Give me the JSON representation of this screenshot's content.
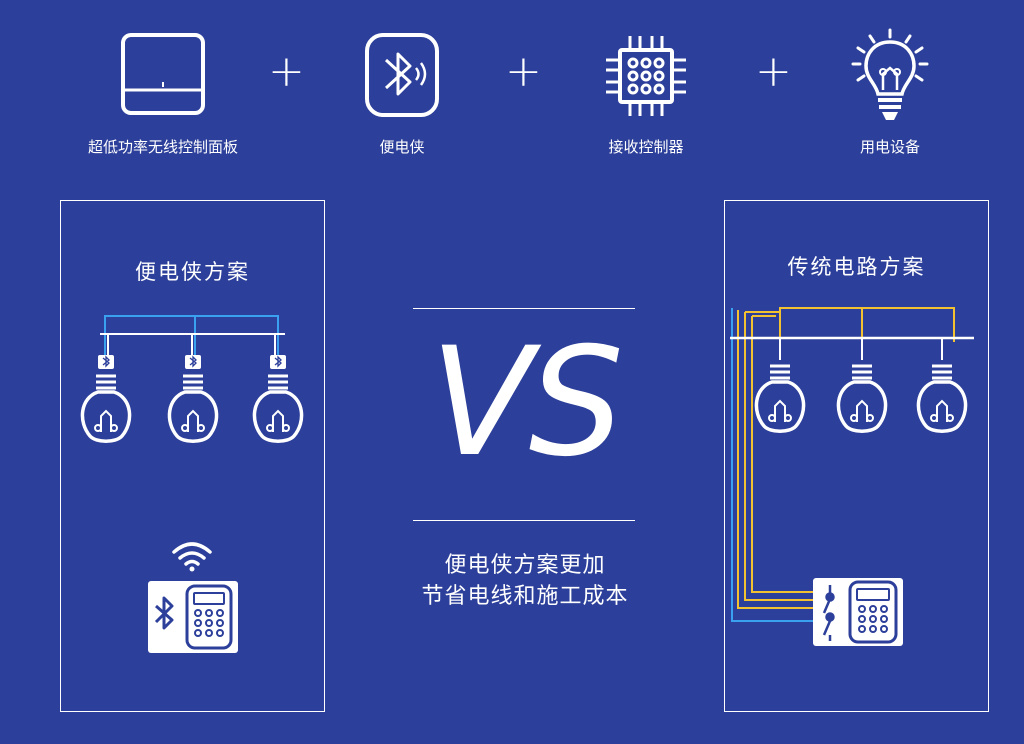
{
  "top_row": {
    "items": [
      {
        "label": "超低功率无线控制面板",
        "icon": "wall-panel-icon"
      },
      {
        "label": "便电侠",
        "icon": "bluetooth-device-icon"
      },
      {
        "label": "接收控制器",
        "icon": "chip-icon"
      },
      {
        "label": "用电设备",
        "icon": "light-bulb-icon"
      }
    ],
    "separator": "+"
  },
  "left_panel": {
    "title": "便电侠方案",
    "bulb_count": 3,
    "icons": [
      "bluetooth-icon",
      "light-bulb-icon",
      "wifi-icon",
      "bluetooth-remote-icon"
    ]
  },
  "right_panel": {
    "title": "传统电路方案",
    "bulb_count": 3,
    "icons": [
      "light-bulb-icon",
      "wall-switch-icon"
    ]
  },
  "center": {
    "vs": "VS",
    "caption_line1": "便电侠方案更加",
    "caption_line2": "节省电线和施工成本"
  },
  "colors": {
    "background": "#2c3f9a",
    "foreground": "#ffffff",
    "wire_blue": "#3aa0f0",
    "wire_yellow": "#f2c230"
  }
}
